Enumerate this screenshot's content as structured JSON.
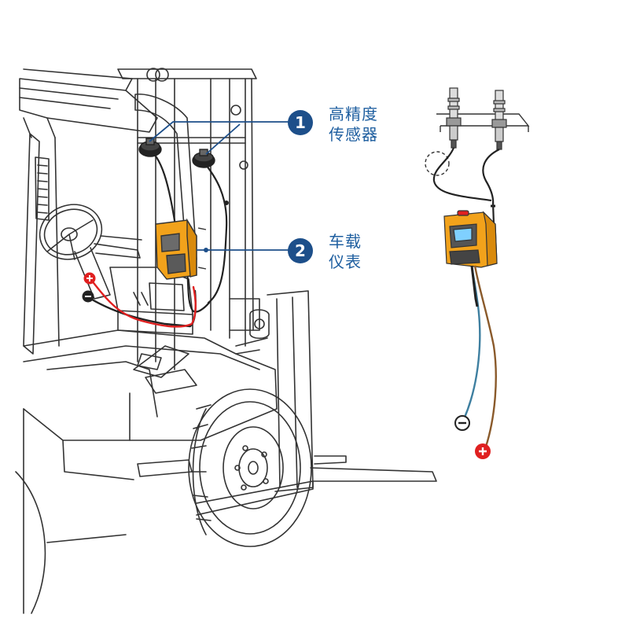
{
  "callouts": [
    {
      "number": "1",
      "lines": [
        "高精度",
        "传感器"
      ]
    },
    {
      "number": "2",
      "lines": [
        "车载",
        "仪表"
      ]
    }
  ],
  "terminals": {
    "positive": "+",
    "negative": "−"
  },
  "colors": {
    "accent_blue": "#1d4f8a",
    "label_blue": "#1f5fa0",
    "meter_orange": "#f2a21b",
    "positive_red": "#e02020",
    "wire_blue": "#3e7fa0",
    "wire_brown": "#8a5a2b"
  }
}
